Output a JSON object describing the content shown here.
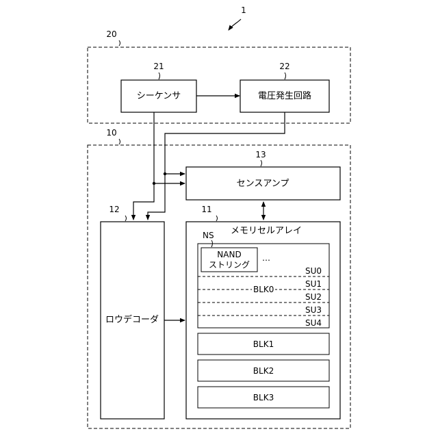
{
  "reference_numerals": {
    "overall": "1",
    "controller": "20",
    "memory_device": "10",
    "sequencer": "21",
    "voltage_generator": "22",
    "sense_amp": "13",
    "row_decoder": "12",
    "memory_array": "11"
  },
  "blocks": {
    "sequencer": "シーケンサ",
    "voltage_generator": "電圧発生回路",
    "sense_amp": "センスアンプ",
    "row_decoder": "ロウデコーダ",
    "memory_array": "メモリセルアレイ"
  },
  "memory_array": {
    "ns_label": "NS",
    "nand_string_line1": "NAND",
    "nand_string_line2": "ストリング",
    "ellipsis": "…",
    "blk0": "BLK0",
    "string_units": [
      "SU0",
      "SU1",
      "SU2",
      "SU3",
      "SU4"
    ],
    "other_blocks": [
      "BLK1",
      "BLK2",
      "BLK3"
    ]
  }
}
